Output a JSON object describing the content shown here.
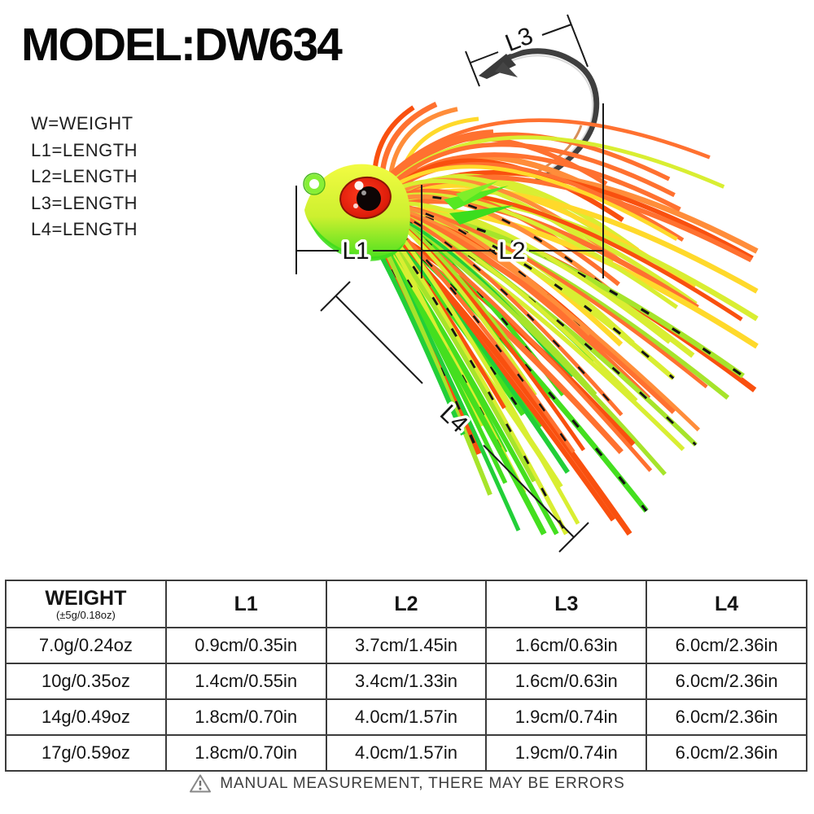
{
  "title": "MODEL:DW634",
  "legend": {
    "items": [
      "W=WEIGHT",
      "L1=LENGTH",
      "L2=LENGTH",
      "L3=LENGTH",
      "L4=LENGTH"
    ]
  },
  "diagram": {
    "labels": {
      "l1": "L1",
      "l2": "L2",
      "l3": "L3",
      "l4": "L4"
    },
    "skirt_colors": [
      "#ff7130",
      "#f9500f",
      "#ff8d3a",
      "#ffd92b",
      "#d9ee32",
      "#a6e42b",
      "#44df1f",
      "#22cf38"
    ],
    "head_colors": {
      "top": "#eef93e",
      "belly": "#4ae01f",
      "eye_ring": "#e02010",
      "pupil": "#0d0505"
    },
    "hook_color": "#3f3f3f",
    "dimension_line_color": "#1a1a1a"
  },
  "table": {
    "headers": [
      {
        "label": "WEIGHT",
        "sub": "(±5g/0.18oz)"
      },
      {
        "label": "L1",
        "sub": ""
      },
      {
        "label": "L2",
        "sub": ""
      },
      {
        "label": "L3",
        "sub": ""
      },
      {
        "label": "L4",
        "sub": ""
      }
    ],
    "rows": [
      [
        "7.0g/0.24oz",
        "0.9cm/0.35in",
        "3.7cm/1.45in",
        "1.6cm/0.63in",
        "6.0cm/2.36in"
      ],
      [
        "10g/0.35oz",
        "1.4cm/0.55in",
        "3.4cm/1.33in",
        "1.6cm/0.63in",
        "6.0cm/2.36in"
      ],
      [
        "14g/0.49oz",
        "1.8cm/0.70in",
        "4.0cm/1.57in",
        "1.9cm/0.74in",
        "6.0cm/2.36in"
      ],
      [
        "17g/0.59oz",
        "1.8cm/0.70in",
        "4.0cm/1.57in",
        "1.9cm/0.74in",
        "6.0cm/2.36in"
      ]
    ]
  },
  "note": {
    "text": "MANUAL MEASUREMENT, THERE MAY BE ERRORS"
  }
}
